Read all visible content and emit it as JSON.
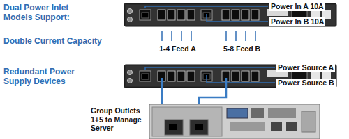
{
  "diagram": {
    "labels": [
      "Dual Power Inlet Models Support:",
      "Double Current Capacity",
      "Power In A 10A",
      "Power In B 10A",
      "1-4 Feed A",
      "5-8 Feed B",
      "Redundant Power Supply Devices",
      "Power Source A",
      "Power Source B",
      "Group Outlets 1+5 to Manage Server"
    ]
  }
}
